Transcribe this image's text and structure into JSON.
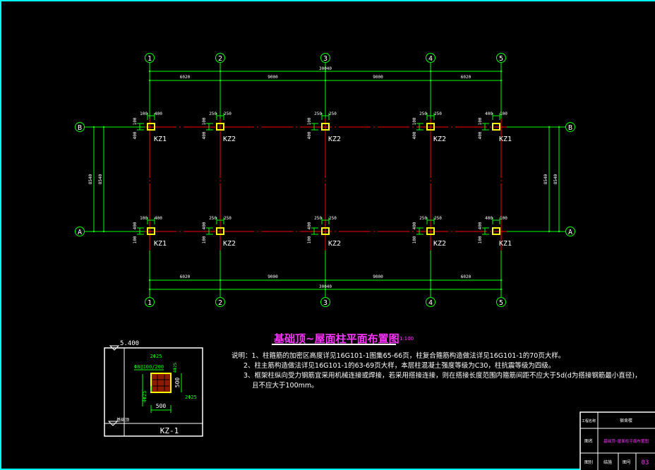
{
  "drawing": {
    "title": "基础顶~屋面柱平面布置图",
    "scale": "1:100",
    "frame_color": "#00ffff",
    "axis_color": "#00ff00",
    "column_color": "#ffff00",
    "centerline_color": "#ff0000",
    "highlight_color": "#ff33ff"
  },
  "grid": {
    "x_axes": [
      "1",
      "2",
      "3",
      "4",
      "5"
    ],
    "y_axes": [
      "B",
      "A"
    ],
    "top_total": "30040",
    "top_spans": [
      "6020",
      "9000",
      "9000",
      "6020"
    ],
    "bottom_total": "30040",
    "bottom_spans": [
      "6020",
      "9000",
      "9000",
      "6020"
    ],
    "left_dims": [
      "8540",
      "8540"
    ],
    "right_dims": [
      "8540",
      "8540"
    ]
  },
  "columns": {
    "row_B": [
      {
        "label": "KZ1",
        "dx": [
          "100",
          "400"
        ],
        "dy": [
          "100",
          "400"
        ]
      },
      {
        "label": "KZ2",
        "dx": [
          "250",
          "250"
        ],
        "dy": [
          "100",
          "400"
        ]
      },
      {
        "label": "KZ2",
        "dx": [
          "250",
          "250"
        ],
        "dy": [
          "100",
          "400"
        ]
      },
      {
        "label": "KZ2",
        "dx": [
          "250",
          "250"
        ],
        "dy": [
          "100",
          "400"
        ]
      },
      {
        "label": "KZ1",
        "dx": [
          "400",
          "100"
        ],
        "dy": [
          "100",
          "400"
        ]
      }
    ],
    "row_A": [
      {
        "label": "KZ1",
        "dx": [
          "100",
          "400"
        ],
        "dy": [
          "400",
          "100"
        ]
      },
      {
        "label": "KZ2",
        "dx": [
          "250",
          "250"
        ],
        "dy": [
          "400",
          "100"
        ]
      },
      {
        "label": "KZ2",
        "dx": [
          "250",
          "250"
        ],
        "dy": [
          "400",
          "100"
        ]
      },
      {
        "label": "KZ2",
        "dx": [
          "250",
          "250"
        ],
        "dy": [
          "400",
          "100"
        ]
      },
      {
        "label": "KZ1",
        "dx": [
          "400",
          "100"
        ],
        "dy": [
          "400",
          "100"
        ]
      }
    ]
  },
  "notes": [
    "说明：1、柱箍筋的加密区高度详见16G101-1图集65-66页，柱复合箍筋构造做法详见16G101-1的70页大样。",
    "2、柱主筋构造做法详见16G101-1的63-69页大样，本层柱混凝土强度等级为C30，柱抗震等级为四级。",
    "3、框架柱纵向受力钢筋宜采用机械连接或焊接，若采用搭接连接，则在搭接长度范围内箍筋间距不应大于5d(d为搭接钢筋最小直径)，",
    "且不应大于100mm。"
  ],
  "detail": {
    "elevation_top": "5.400",
    "elevation_bottom": "基础顶",
    "name": "KZ-1",
    "rebar_corner": "4Φ25",
    "rebar_side": "2Φ25",
    "stirrup": "Φ8@100/200",
    "width": "500",
    "height": "500"
  },
  "title_block": {
    "project_label": "工程名称",
    "project_value": "宿舍楼",
    "drawing_label": "图名",
    "drawing_value": "基础顶~屋面柱平面布置图",
    "category_label": "图别",
    "category_value": "结施",
    "number_label": "图号",
    "number_value": "03"
  }
}
